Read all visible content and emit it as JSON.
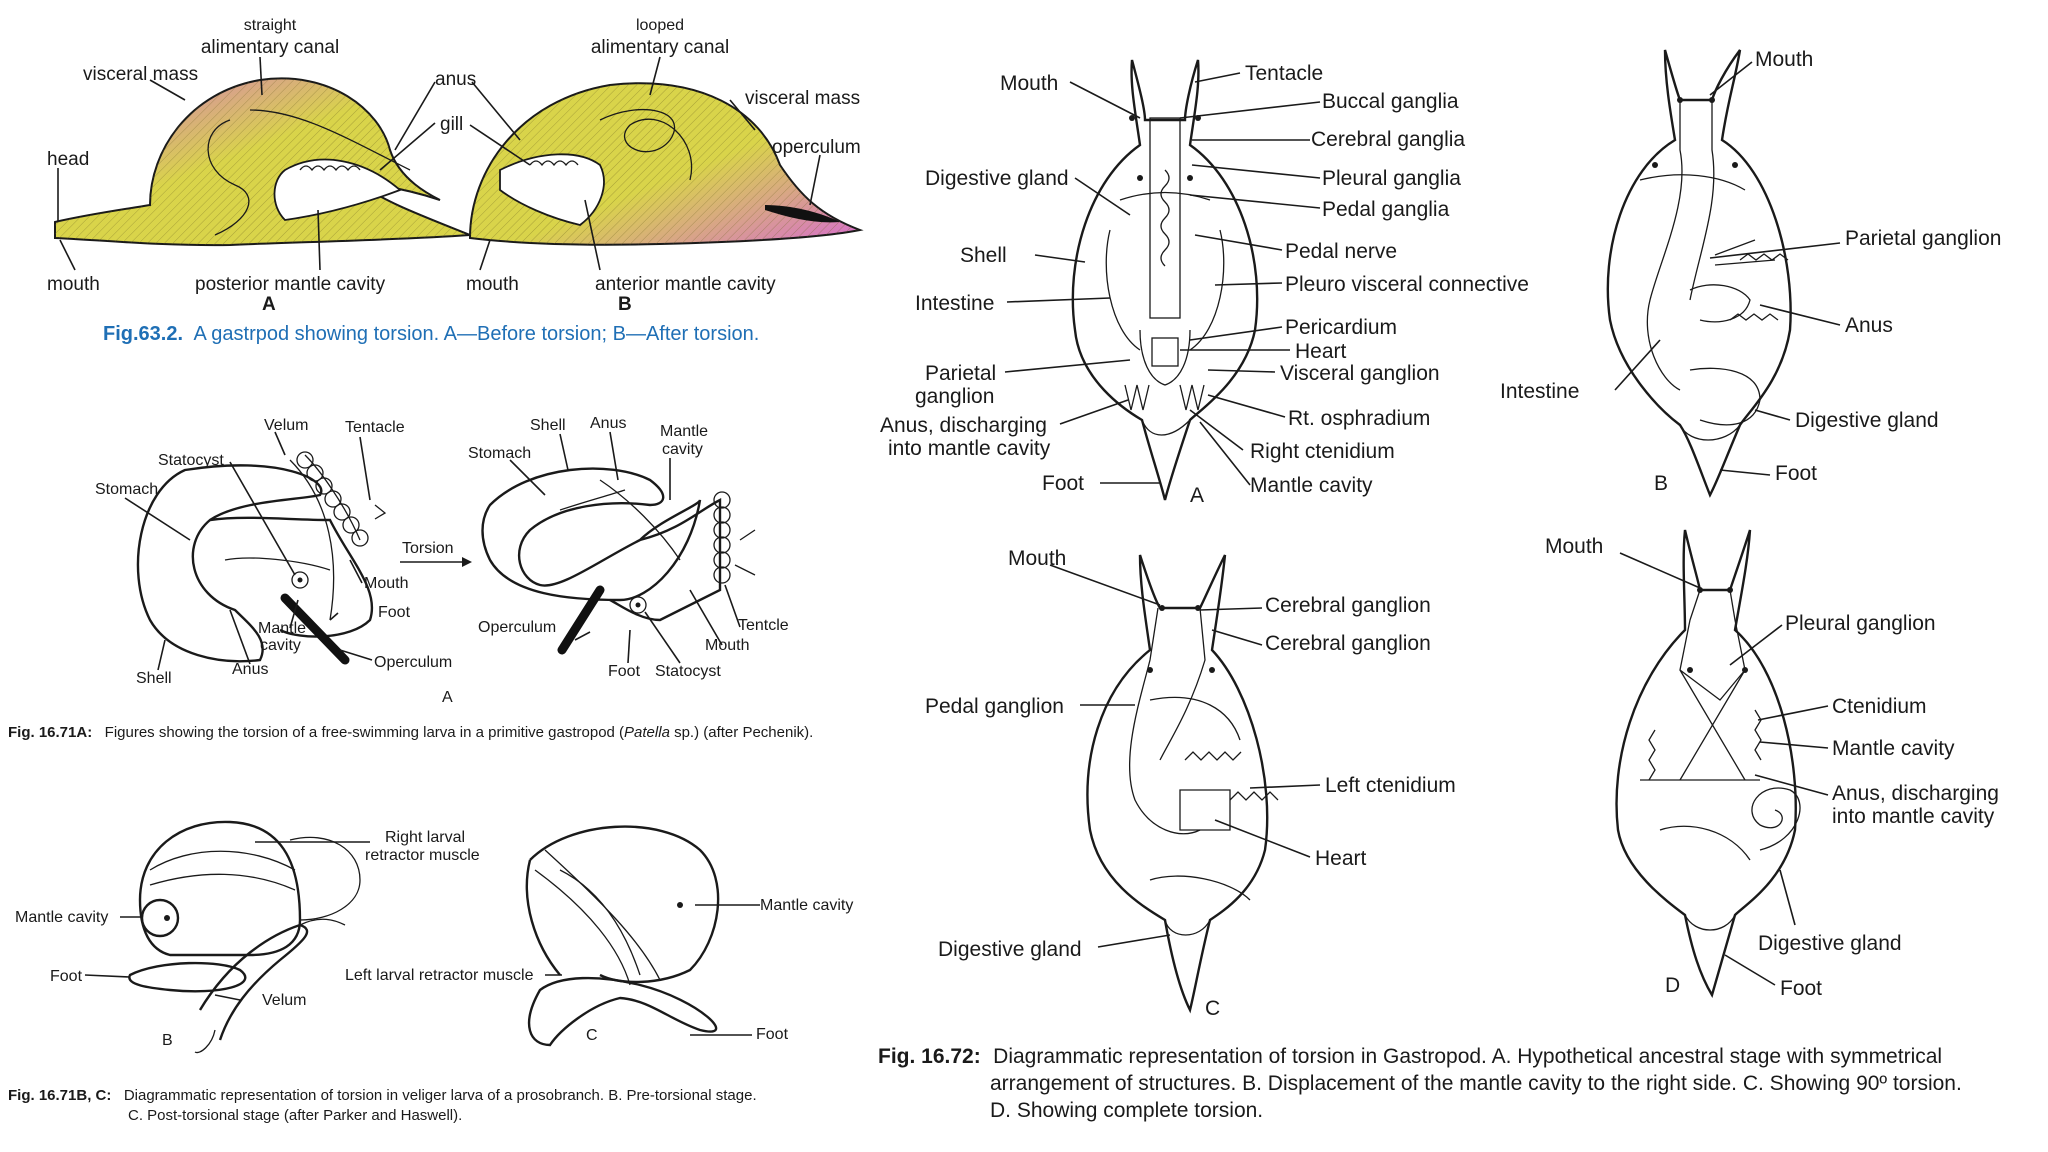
{
  "fig63": {
    "labels": {
      "straight": "straight",
      "alimentary_canal_a": "alimentary canal",
      "visceral_mass_a": "visceral mass",
      "head": "head",
      "mouth_a": "mouth",
      "posterior_mantle_cavity": "posterior mantle cavity",
      "letter_a": "A",
      "anus": "anus",
      "gill": "gill",
      "looped": "looped",
      "alimentary_canal_b": "alimentary canal",
      "visceral_mass_b": "visceral mass",
      "operculum": "operculum",
      "mouth_b": "mouth",
      "anterior_mantle_cavity": "anterior mantle cavity",
      "letter_b": "B"
    },
    "caption_num": "Fig.63.2.",
    "caption_text": "A gastrpod showing torsion. A—Before torsion; B—After torsion."
  },
  "fig71a": {
    "labels": {
      "velum": "Velum",
      "tentacle": "Tentacle",
      "statocyst_l": "Statocyst",
      "stomach_l": "Stomach",
      "mouth_l": "Mouth",
      "foot_l": "Foot",
      "mantle": "Mantle",
      "cavity": "cavity",
      "anus_l": "Anus",
      "shell_l": "Shell",
      "operculum_l": "Operculum",
      "torsion": "Torsion",
      "shell_r": "Shell",
      "anus_r": "Anus",
      "mantle_r": "Mantle",
      "cavity_r": "cavity",
      "stomach_r": "Stomach",
      "operculum_r": "Operculum",
      "tentcle": "Tentcle",
      "mouth_r": "Mouth",
      "foot_r": "Foot",
      "statocyst_r": "Statocyst",
      "letter_a": "A"
    },
    "caption_num": "Fig. 16.71A:",
    "caption_text_1": "Figures showing the torsion of a free-swimming larva in a primitive gastropod (",
    "caption_italic": "Patella",
    "caption_text_2": " sp.) (after Pechenik)."
  },
  "fig71bc": {
    "labels": {
      "right_larval": "Right larval",
      "retractor_muscle": "retractor muscle",
      "mantle_cavity_b": "Mantle cavity",
      "foot_b": "Foot",
      "velum": "Velum",
      "letter_b": "B",
      "left_larval_retractor": "Left larval retractor muscle",
      "mantle_cavity_c": "Mantle cavity",
      "foot_c": "Foot",
      "letter_c": "C"
    },
    "caption_num": "Fig. 16.71B, C:",
    "caption_line1": "Diagrammatic representation of torsion in veliger larva of a prosobranch. B. Pre-torsional stage.",
    "caption_line2": "C. Post-torsional stage (after Parker and Haswell)."
  },
  "fig72": {
    "a": {
      "mouth": "Mouth",
      "tentacle": "Tentacle",
      "buccal_ganglia": "Buccal ganglia",
      "cerebral_ganglia": "Cerebral ganglia",
      "digestive_gland": "Digestive gland",
      "pleural_ganglia": "Pleural ganglia",
      "pedal_ganglia": "Pedal ganglia",
      "shell": "Shell",
      "pedal_nerve": "Pedal nerve",
      "intestine": "Intestine",
      "pleuro_visceral": "Pleuro visceral connective",
      "pericardium": "Pericardium",
      "heart": "Heart",
      "parietal": "Parietal",
      "ganglion": "ganglion",
      "visceral_ganglion": "Visceral ganglion",
      "anus_discharging": "Anus, discharging",
      "into_mantle_cavity": "into mantle cavity",
      "rt_osphradium": "Rt. osphradium",
      "right_ctenidium": "Right ctenidium",
      "foot": "Foot",
      "mantle_cavity": "Mantle cavity",
      "letter": "A"
    },
    "b": {
      "mouth": "Mouth",
      "parietal_ganglion": "Parietal ganglion",
      "anus": "Anus",
      "intestine": "Intestine",
      "digestive_gland": "Digestive gland",
      "foot": "Foot",
      "letter": "B"
    },
    "c": {
      "mouth": "Mouth",
      "cerebral_ganglion_1": "Cerebral ganglion",
      "cerebral_ganglion_2": "Cerebral ganglion",
      "pedal_ganglion": "Pedal ganglion",
      "left_ctenidium": "Left ctenidium",
      "heart": "Heart",
      "digestive_gland": "Digestive gland",
      "letter": "C"
    },
    "d": {
      "mouth": "Mouth",
      "pleural_ganglion": "Pleural ganglion",
      "ctenidium": "Ctenidium",
      "mantle_cavity": "Mantle cavity",
      "anus_discharging": "Anus, discharging",
      "into_mantle_cavity": "into mantle cavity",
      "digestive_gland": "Digestive gland",
      "foot": "Foot",
      "letter": "D"
    },
    "caption_num": "Fig. 16.72:",
    "caption_line1": "Diagrammatic representation of torsion in Gastropod. A. Hypothetical ancestral stage with symmetrical",
    "caption_line2": "arrangement of structures. B. Displacement of the mantle cavity to the right side. C. Showing 90º torsion.",
    "caption_line3": "D. Showing complete torsion."
  },
  "colors": {
    "shell_yellow": "#d9d44a",
    "shell_pink": "#d76bd1",
    "caption_blue": "#1f6fb5",
    "ink": "#1a1a1a"
  }
}
